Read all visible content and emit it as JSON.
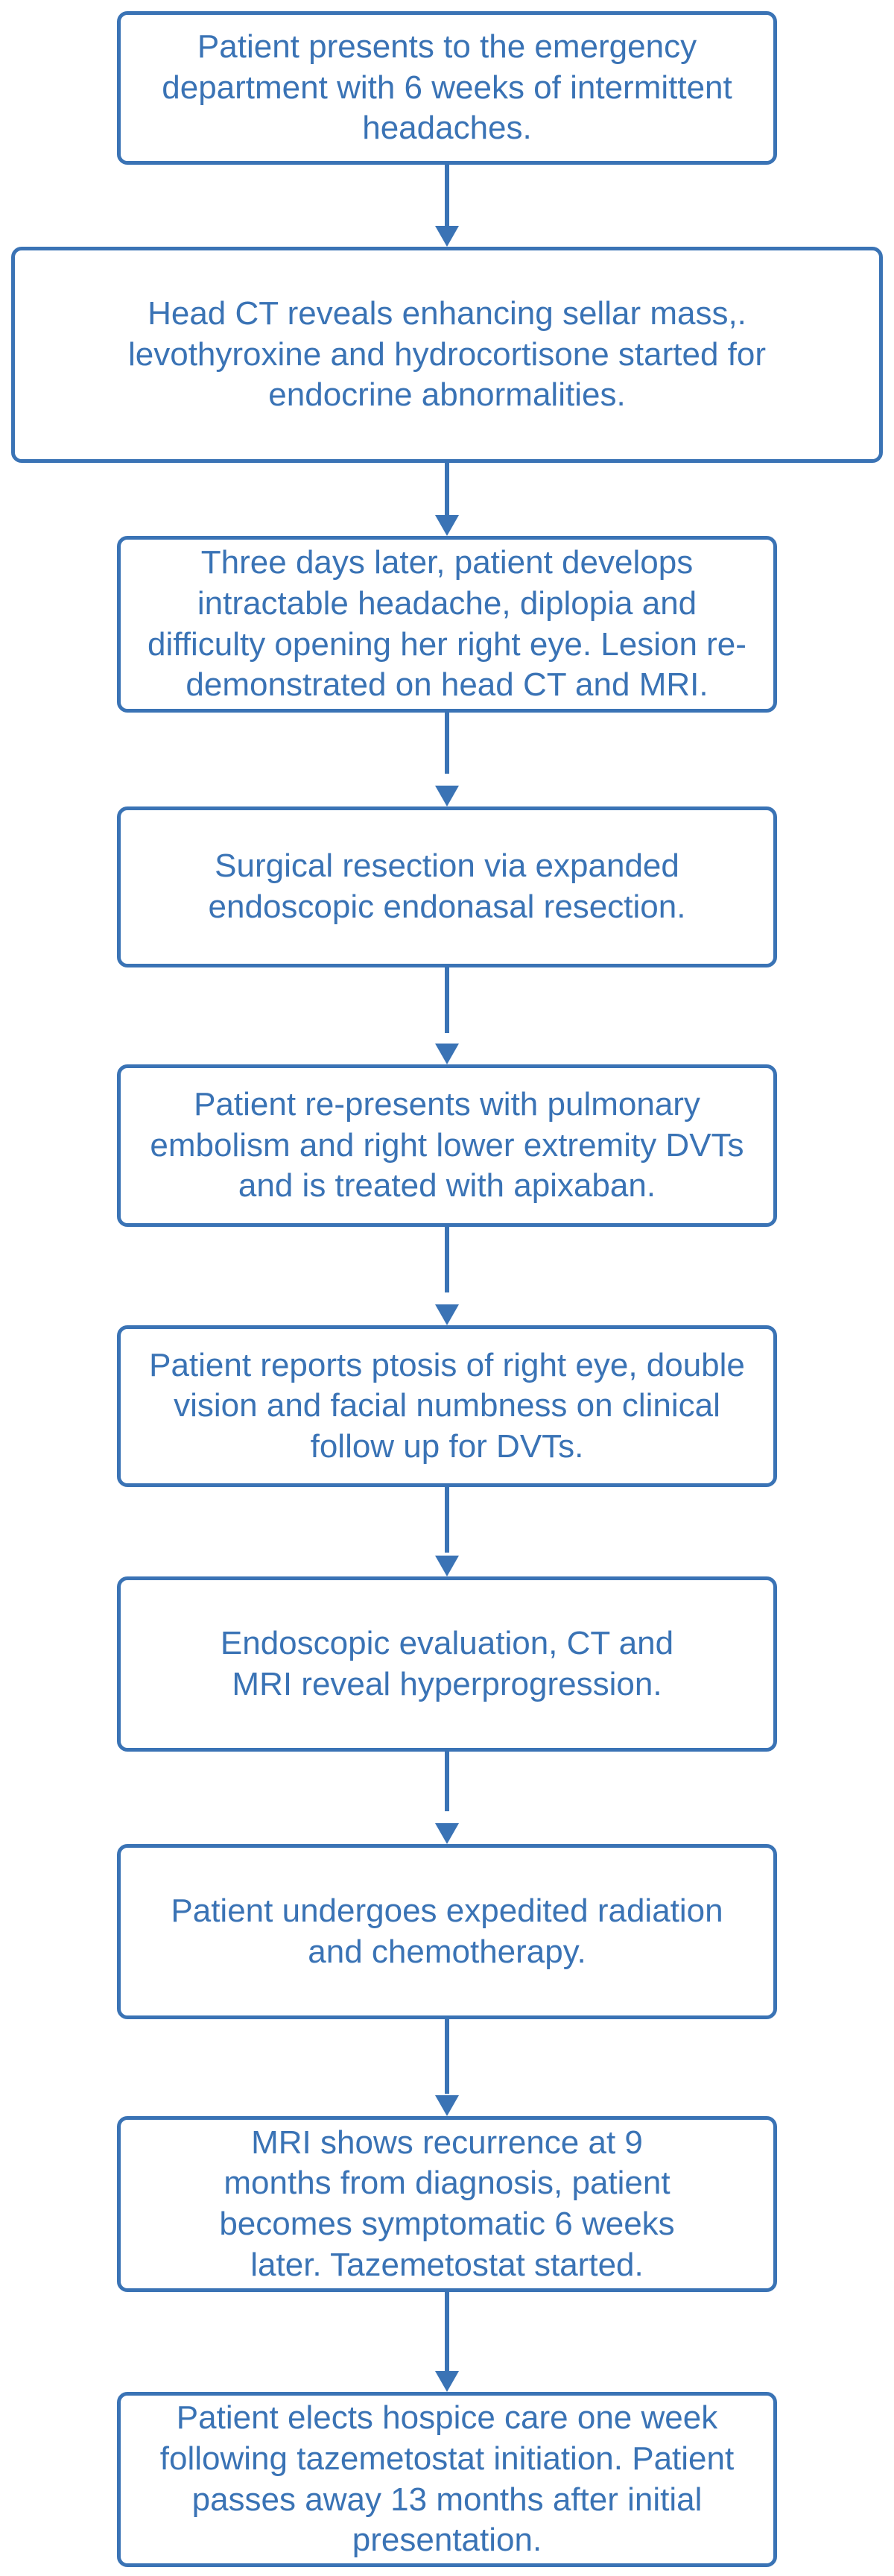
{
  "accent_color": "#3a73b5",
  "steps": [
    {
      "text": "Patient presents to the emergency department with 6 weeks of intermittent headaches."
    },
    {
      "text": "Head CT reveals enhancing sellar mass,. levothyroxine and hydrocortisone started for endocrine abnormalities."
    },
    {
      "text": "Three days later, patient develops intractable headache, diplopia and difficulty opening her right eye. Lesion re-demonstrated on head CT and MRI."
    },
    {
      "text": "Surgical resection via expanded endoscopic endonasal resection."
    },
    {
      "text": "Patient re-presents with pulmonary embolism and right lower extremity DVTs and is treated with apixaban."
    },
    {
      "text": "Patient reports ptosis of right eye, double vision and facial numbness on clinical follow up for DVTs."
    },
    {
      "text": "Endoscopic evaluation, CT and MRI reveal hyperprogression."
    },
    {
      "text": "Patient undergoes expedited radiation and chemotherapy."
    },
    {
      "text": "MRI shows recurrence at 9 months from diagnosis, patient becomes symptomatic 6 weeks later. Tazemetostat started."
    },
    {
      "text": "Patient elects hospice care one week following tazemetostat initiation. Patient passes away 13 months after initial presentation."
    }
  ]
}
